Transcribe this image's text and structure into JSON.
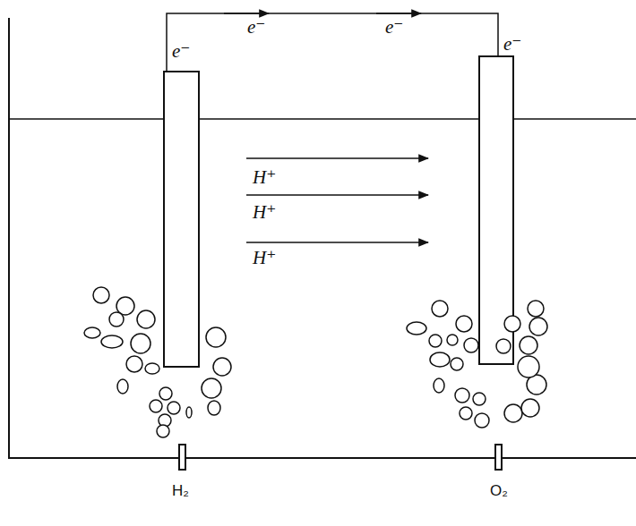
{
  "diagram": {
    "labels": [
      "e⁻",
      "e⁻",
      "e⁻",
      "e⁻",
      "H⁺",
      "H⁺",
      "H⁺",
      "H₂",
      "O₂"
    ]
  }
}
